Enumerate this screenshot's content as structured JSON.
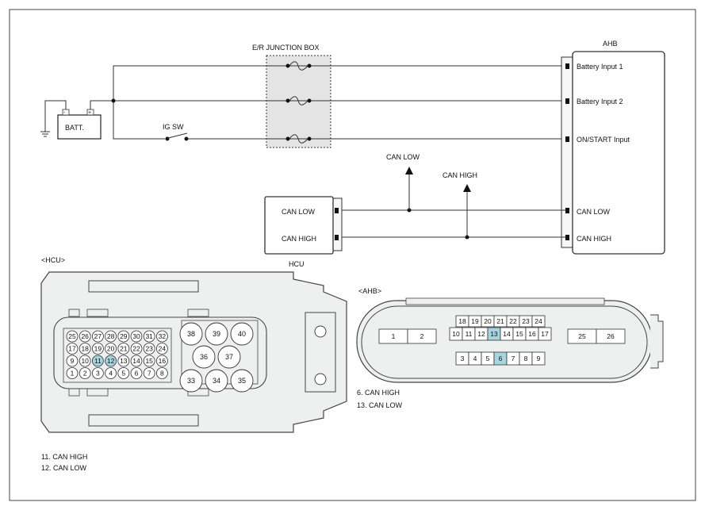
{
  "colors": {
    "highlight": "#a8d4e0",
    "line": "#333333",
    "connector_body": "#eef0f0"
  },
  "schematic": {
    "junction_box": "E/R JUNCTION BOX",
    "battery": "BATT.",
    "ig_switch": "IG SW",
    "ahb_title": "AHB",
    "ahb_inputs": [
      "Battery Input 1",
      "Battery Input 2",
      "ON/START Input",
      "CAN LOW",
      "CAN HIGH"
    ],
    "hcu_title": "HCU",
    "hcu_box_labels": [
      "CAN LOW",
      "CAN HIGH"
    ],
    "can_low_arrow": "CAN LOW",
    "can_high_arrow": "CAN HIGH"
  },
  "hcu_connector": {
    "title": "<HCU>",
    "rows": [
      [
        "25",
        "26",
        "27",
        "28",
        "29",
        "30",
        "31",
        "32"
      ],
      [
        "17",
        "18",
        "19",
        "20",
        "21",
        "22",
        "23",
        "24"
      ],
      [
        "9",
        "10",
        "11",
        "12",
        "13",
        "14",
        "15",
        "16"
      ],
      [
        "1",
        "2",
        "3",
        "4",
        "5",
        "6",
        "7",
        "8"
      ]
    ],
    "big_pins": [
      "38",
      "39",
      "40",
      "36",
      "37",
      "33",
      "34",
      "35"
    ],
    "highlighted_pins": [
      "11",
      "12"
    ],
    "legend": [
      "11. CAN HIGH",
      "12. CAN LOW"
    ]
  },
  "ahb_connector": {
    "title": "<AHB>",
    "top_row": [
      "18",
      "19",
      "20",
      "21",
      "22",
      "23",
      "24"
    ],
    "mid_row": [
      "10",
      "11",
      "12",
      "13",
      "14",
      "15",
      "16",
      "17"
    ],
    "bottom_row": [
      "3",
      "4",
      "5",
      "6",
      "7",
      "8",
      "9"
    ],
    "left_pins": [
      "1",
      "2"
    ],
    "right_pins": [
      "25",
      "26"
    ],
    "highlighted_pins": [
      "13",
      "6"
    ],
    "legend": [
      "6. CAN HIGH",
      "13. CAN LOW"
    ]
  }
}
